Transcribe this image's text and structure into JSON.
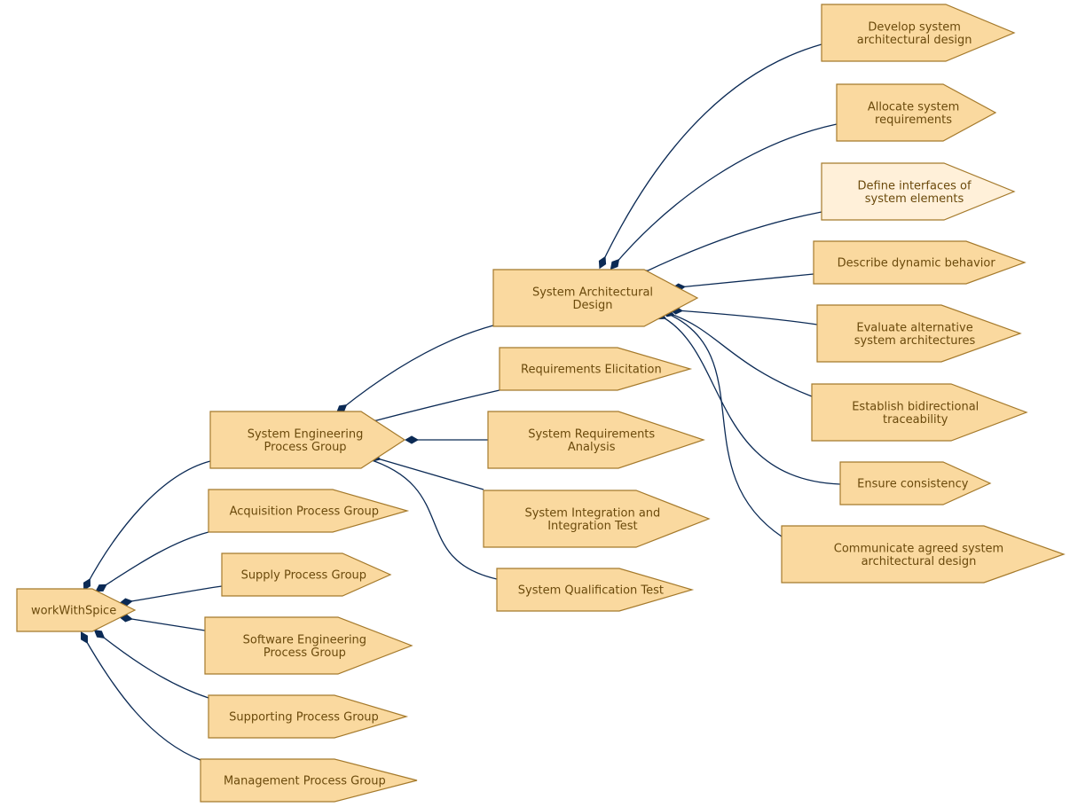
{
  "diagram": {
    "colors": {
      "node_fill": "#fad99f",
      "node_fill_highlight": "#fff0d9",
      "node_stroke": "#a57a2c",
      "label_color": "#6b4a0c",
      "edge_color": "#0b2a55"
    },
    "nodes": [
      {
        "id": "workWithSpice",
        "label_lines": [
          "workWithSpice"
        ]
      },
      {
        "id": "sys-eng",
        "label_lines": [
          "System Engineering",
          "Process Group"
        ]
      },
      {
        "id": "acq",
        "label_lines": [
          "Acquisition Process Group"
        ]
      },
      {
        "id": "supply",
        "label_lines": [
          "Supply Process Group"
        ]
      },
      {
        "id": "sw-eng",
        "label_lines": [
          "Software Engineering",
          "Process Group"
        ]
      },
      {
        "id": "supporting",
        "label_lines": [
          "Supporting Process Group"
        ]
      },
      {
        "id": "mgmt",
        "label_lines": [
          "Management Process Group"
        ]
      },
      {
        "id": "sys-arch",
        "label_lines": [
          "System Architectural",
          "Design"
        ]
      },
      {
        "id": "req-elic",
        "label_lines": [
          "Requirements Elicitation"
        ]
      },
      {
        "id": "sys-req",
        "label_lines": [
          "System Requirements",
          "Analysis"
        ]
      },
      {
        "id": "sys-int",
        "label_lines": [
          "System Integration and",
          "Integration Test"
        ]
      },
      {
        "id": "sys-qual",
        "label_lines": [
          "System Qualification Test"
        ]
      },
      {
        "id": "dev-arch",
        "label_lines": [
          "Develop system",
          "architectural design"
        ]
      },
      {
        "id": "alloc",
        "label_lines": [
          "Allocate system",
          "requirements"
        ]
      },
      {
        "id": "def-if",
        "label_lines": [
          "Define interfaces of",
          "system elements"
        ],
        "highlight": true
      },
      {
        "id": "dyn",
        "label_lines": [
          "Describe dynamic behavior"
        ]
      },
      {
        "id": "eval",
        "label_lines": [
          "Evaluate alternative",
          "system architectures"
        ]
      },
      {
        "id": "trace",
        "label_lines": [
          "Establish bidirectional",
          "traceability"
        ]
      },
      {
        "id": "consist",
        "label_lines": [
          "Ensure consistency"
        ]
      },
      {
        "id": "comm",
        "label_lines": [
          "Communicate agreed system",
          "architectural design"
        ]
      }
    ],
    "edges": [
      {
        "from": "workWithSpice",
        "to": "sys-eng"
      },
      {
        "from": "workWithSpice",
        "to": "acq"
      },
      {
        "from": "workWithSpice",
        "to": "supply"
      },
      {
        "from": "workWithSpice",
        "to": "sw-eng"
      },
      {
        "from": "workWithSpice",
        "to": "supporting"
      },
      {
        "from": "workWithSpice",
        "to": "mgmt"
      },
      {
        "from": "sys-eng",
        "to": "sys-arch"
      },
      {
        "from": "sys-eng",
        "to": "req-elic"
      },
      {
        "from": "sys-eng",
        "to": "sys-req"
      },
      {
        "from": "sys-eng",
        "to": "sys-int"
      },
      {
        "from": "sys-eng",
        "to": "sys-qual"
      },
      {
        "from": "sys-arch",
        "to": "dev-arch"
      },
      {
        "from": "sys-arch",
        "to": "alloc"
      },
      {
        "from": "sys-arch",
        "to": "def-if"
      },
      {
        "from": "sys-arch",
        "to": "dyn"
      },
      {
        "from": "sys-arch",
        "to": "eval"
      },
      {
        "from": "sys-arch",
        "to": "trace"
      },
      {
        "from": "sys-arch",
        "to": "consist"
      },
      {
        "from": "sys-arch",
        "to": "comm"
      }
    ]
  }
}
